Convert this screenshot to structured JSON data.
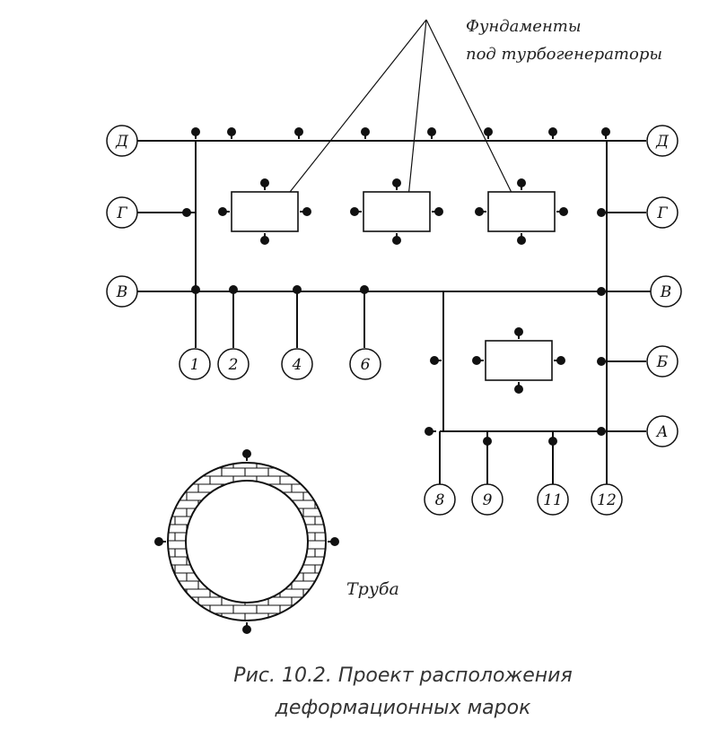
{
  "labels": {
    "foundations_line1": "Фундаменты",
    "foundations_line2": "под турбогенераторы",
    "pipe": "Труба"
  },
  "caption": {
    "line1": "Рис. 10.2. Проект расположения",
    "line2": "деформационных марок"
  },
  "row_axes": [
    "Д",
    "Г",
    "В",
    "Б",
    "А"
  ],
  "column_axes": [
    "1",
    "2",
    "4",
    "6",
    "8",
    "9",
    "11",
    "12"
  ],
  "colors": {
    "ink": "#111111",
    "caption": "#333333",
    "paper": "#ffffff"
  }
}
